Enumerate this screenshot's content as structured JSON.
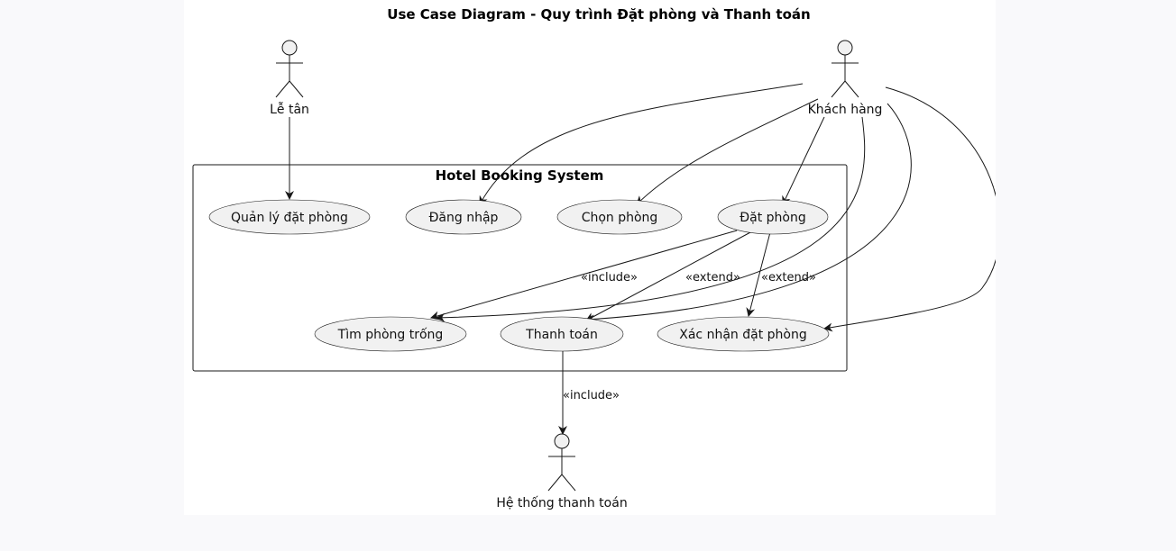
{
  "diagram": {
    "title": "Use Case Diagram - Quy trình Đặt phòng và Thanh toán",
    "system_name": "Hotel Booking System",
    "actors": {
      "receptionist": "Lễ tân",
      "customer": "Khách hàng",
      "payment_system": "Hệ thống thanh toán"
    },
    "use_cases": {
      "manage_booking": "Quản lý đặt phòng",
      "login": "Đăng nhập",
      "choose_room": "Chọn phòng",
      "book_room": "Đặt phòng",
      "find_room": "Tìm phòng trống",
      "payment": "Thanh toán",
      "confirm_booking": "Xác nhận đặt phòng"
    },
    "stereotypes": {
      "book_find": "«include»",
      "book_pay": "«extend»",
      "book_confirm": "«extend»",
      "pay_system": "«include»"
    },
    "colors": {
      "usecase_fill": "#f1f1f1",
      "stroke": "#181818"
    }
  }
}
